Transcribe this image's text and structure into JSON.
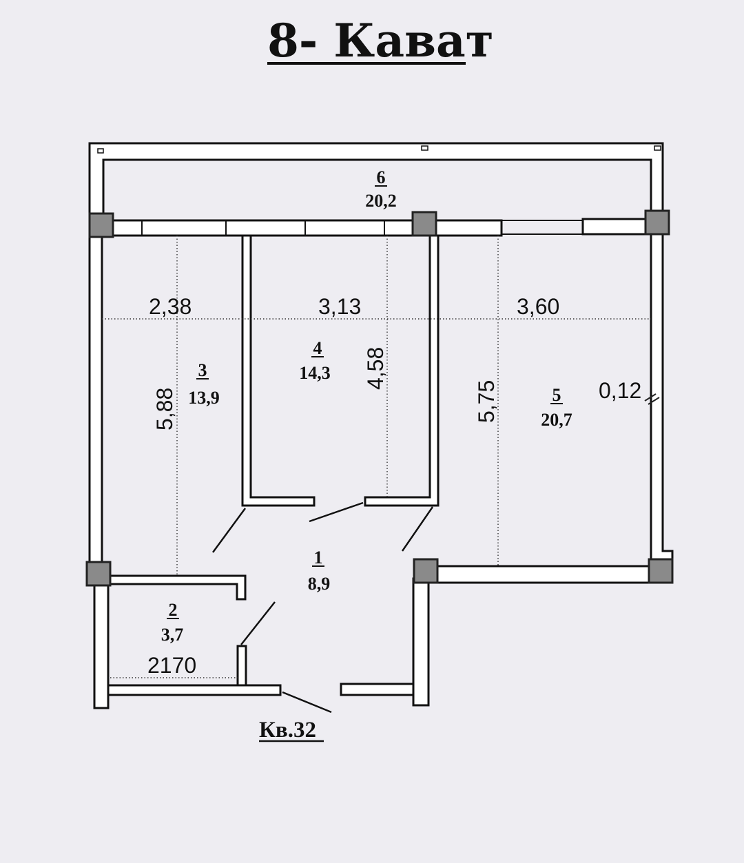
{
  "title": "8- Кават",
  "apartment_label": "Кв.32",
  "rooms": [
    {
      "number": "1",
      "area": "8,9"
    },
    {
      "number": "2",
      "area": "3,7"
    },
    {
      "number": "3",
      "area": "13,9"
    },
    {
      "number": "4",
      "area": "14,3"
    },
    {
      "number": "5",
      "area": "20,7"
    },
    {
      "number": "6",
      "area": "20,2"
    }
  ],
  "dimensions": {
    "width_room3": "2,38",
    "width_room4": "3,13",
    "width_room5": "3,60",
    "length_room3": "5,88",
    "length_room4": "4,58",
    "length_room5": "5,75",
    "wall_offset": "0,12",
    "width_room2": "2170"
  }
}
